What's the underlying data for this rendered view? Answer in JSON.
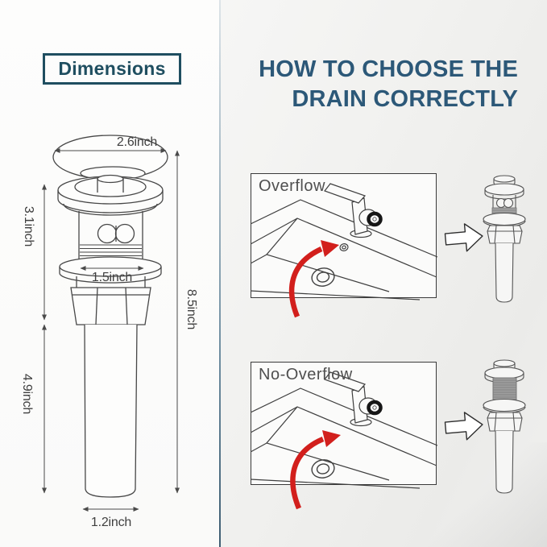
{
  "page": {
    "left_panel": {
      "heading": "Dimensions",
      "dimension_labels": {
        "cap_width": "2.6inch",
        "upper_body_height": "3.1inch",
        "thread_width": "1.5inch",
        "total_height": "8.5inch",
        "tailpipe_height": "4.9inch",
        "tailpipe_width": "1.2inch"
      }
    },
    "right_panel": {
      "title_line1": "HOW TO CHOOSE THE",
      "title_line2": "DRAIN CORRECTLY",
      "overflow_panel_label": "Overflow",
      "no_overflow_panel_label": "No-Overflow"
    },
    "colors": {
      "title_blue": "#2c5878",
      "heading_teal": "#1f4e60",
      "arrow_red": "#d21f1c",
      "line_art": "#474747",
      "thread_gray": "#9e9e9e"
    }
  }
}
